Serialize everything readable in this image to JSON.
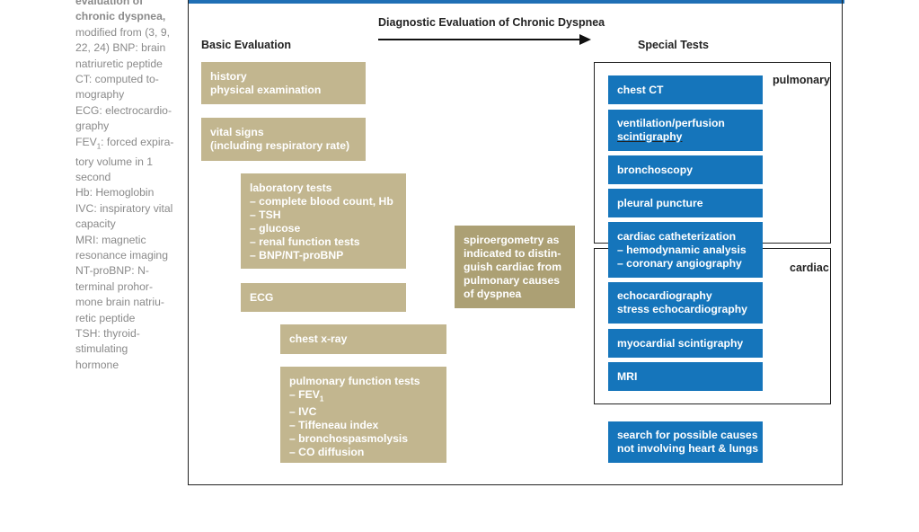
{
  "caption": {
    "lead": [
      "evaluation of",
      "chronic dyspnea,"
    ],
    "lines": [
      "modified from (3, 9,",
      "22, 24) BNP: brain",
      "natriuretic peptide",
      "CT: computed to-",
      "mography",
      "ECG: electrocardio-",
      "graphy"
    ],
    "fev_prefix": "FEV",
    "fev_sub": "1",
    "fev_suffix": ": forced expira-",
    "lines2": [
      "tory volume in 1",
      "second",
      "Hb: Hemoglobin",
      "IVC: inspiratory vital",
      "capacity",
      "MRI: magnetic",
      "resonance imaging",
      "NT-proBNP: N-",
      "terminal prohor-",
      "mone brain natriu-",
      "retic peptide",
      "TSH: thyroid-",
      "stimulating",
      "hormone"
    ]
  },
  "diagram": {
    "title": "Diagnostic Evaluation of Chronic Dyspnea",
    "basic_label": "Basic Evaluation",
    "special_label": "Special Tests",
    "pulmonary_label": "pulmonary",
    "cardiac_label": "cardiac",
    "basic": {
      "history": [
        "history",
        "physical examination"
      ],
      "vitals": [
        "vital signs",
        "(including respiratory rate)"
      ],
      "lab": [
        "laboratory tests",
        "–  complete blood count, Hb",
        "–  TSH",
        "–  glucose",
        "–  renal function tests",
        "–  BNP/NT-proBNP"
      ],
      "ecg": "ECG",
      "xray": "chest x-ray",
      "pft_title": "pulmonary function tests",
      "pft_fev_prefix": "–  FEV",
      "pft_fev_sub": "1",
      "pft_rest": [
        "–  IVC",
        "–  Tiffeneau index",
        "–  bronchospasmolysis",
        "–  CO diffusion"
      ]
    },
    "spiro": [
      "spiroergometry as",
      "indicated to distin-",
      "guish cardiac from",
      "pulmonary causes",
      "of dyspnea"
    ],
    "special": {
      "chest_ct": "chest CT",
      "vq": [
        "ventilation/perfusion",
        "scintigraphy"
      ],
      "bronch": "bronchoscopy",
      "pleural": "pleural puncture",
      "cath": [
        "cardiac catheterization",
        "–  hemodynamic analysis",
        "–  coronary angiography"
      ],
      "echo": [
        "echocardiography",
        "stress echocardiography"
      ],
      "myo": "myocardial scintigraphy",
      "mri": "MRI",
      "search": [
        "search for possible causes",
        "not involving heart & lungs"
      ]
    },
    "colors": {
      "tan": "#c2b68f",
      "olive": "#aca074",
      "blue": "#1575bb",
      "accent": "#1f6fb5"
    }
  }
}
